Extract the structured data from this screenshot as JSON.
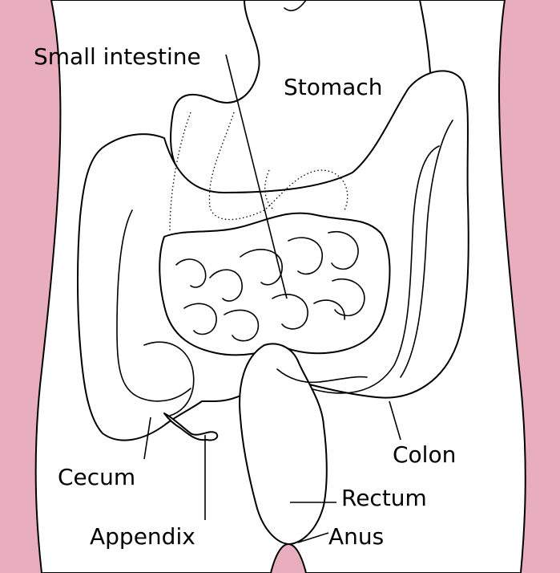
{
  "diagram": {
    "labels": {
      "small_intestine": "Small intestine",
      "stomach": "Stomach",
      "colon": "Colon",
      "cecum": "Cecum",
      "rectum": "Rectum",
      "appendix": "Appendix",
      "anus": "Anus"
    },
    "colors": {
      "background": "#e8aebd",
      "body": "#ffffff",
      "outline": "#000000"
    }
  }
}
